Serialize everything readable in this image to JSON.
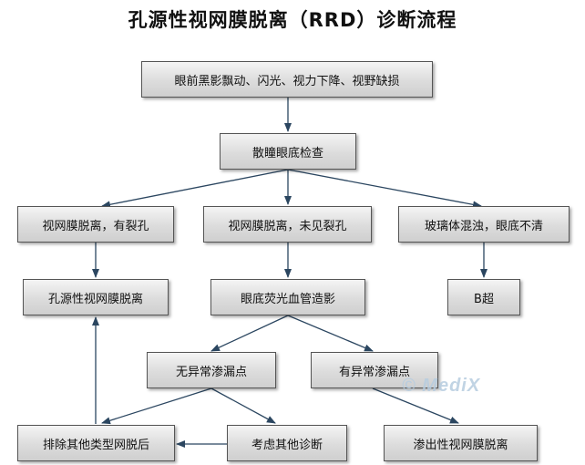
{
  "title": "孔源性视网膜脱离（RRD）诊断流程",
  "nodes": {
    "symptoms": "眼前黑影飘动、闪光、视力下降、视野缺损",
    "fundus_exam": "散瞳眼底检查",
    "rd_with_hole": "视网膜脱离，有裂孔",
    "rd_no_hole": "视网膜脱离，未见裂孔",
    "vitreous_opacity": "玻璃体混浊，眼底不清",
    "rrd": "孔源性视网膜脱离",
    "ffa": "眼底荧光血管造影",
    "b_scan": "B超",
    "no_leak": "无异常渗漏点",
    "has_leak": "有异常渗漏点",
    "exclude_other": "排除其他类型网脱后",
    "consider_other": "考虑其他诊断",
    "exudative_rd": "渗出性视网膜脱离"
  },
  "watermark": "© MediX",
  "colors": {
    "arrow": "#2b4660",
    "box_border": "#555555"
  }
}
